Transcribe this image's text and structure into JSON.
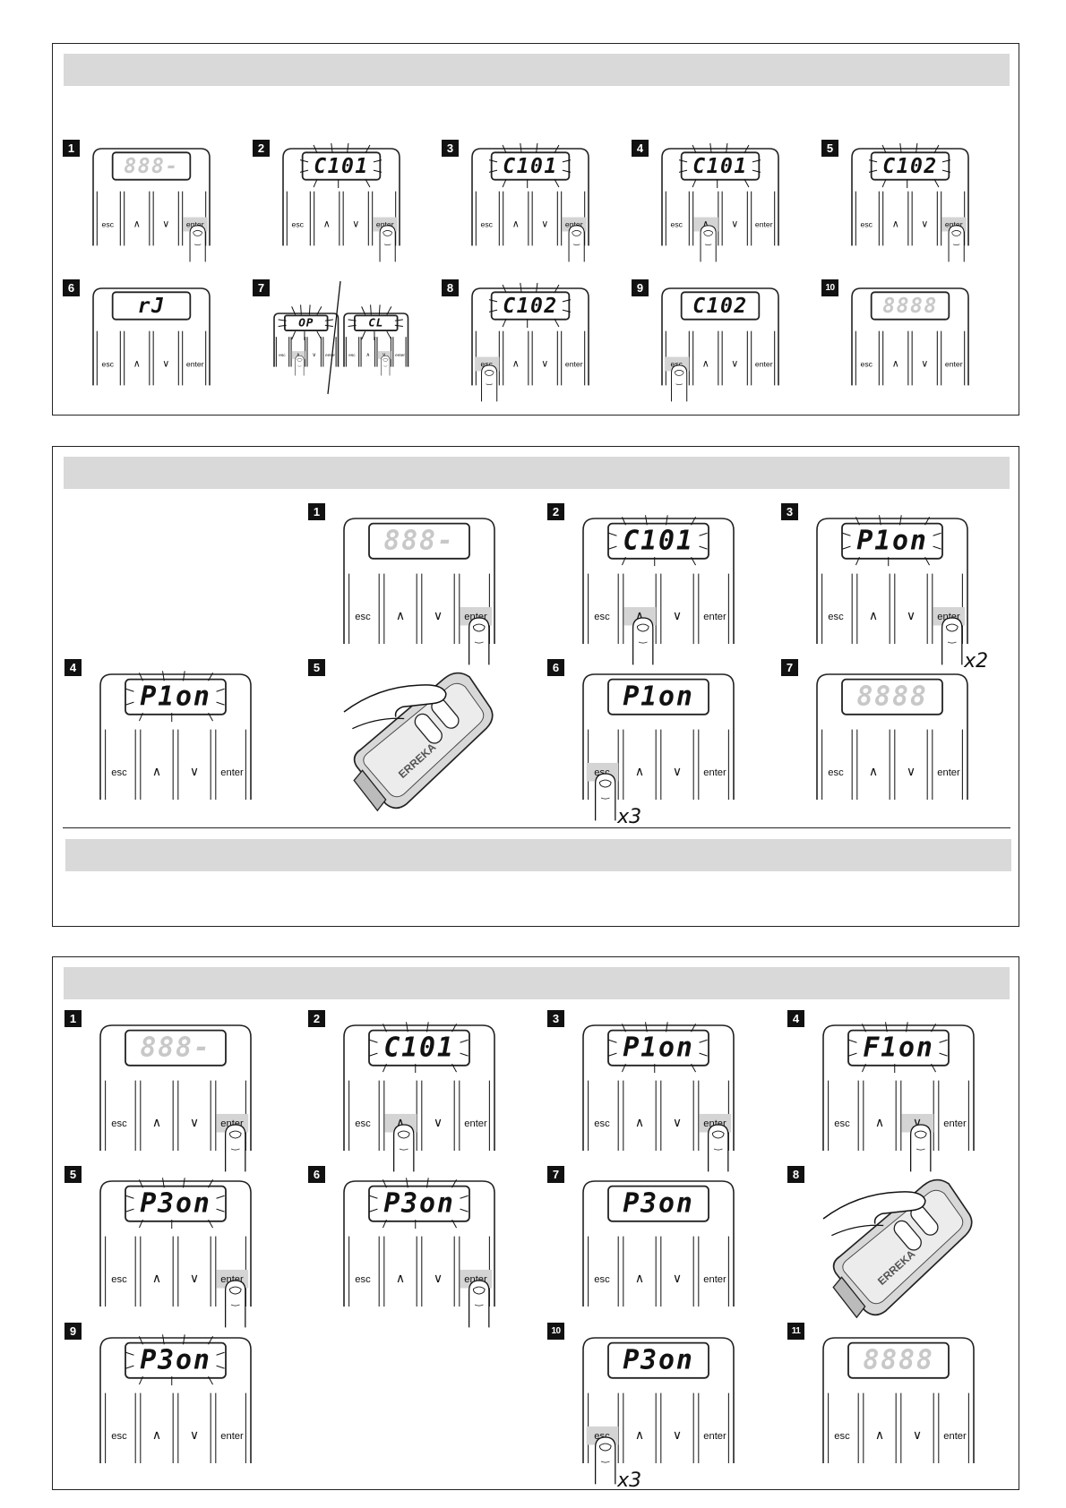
{
  "keypad": {
    "buttons": [
      "esc",
      "∧",
      "∨",
      "enter"
    ]
  },
  "panel1": {
    "steps": [
      {
        "num": "1",
        "display": "888-",
        "dim": true,
        "press": "enter",
        "blink": false
      },
      {
        "num": "2",
        "display": "C101",
        "dim": false,
        "press": "enter",
        "blink": true
      },
      {
        "num": "3",
        "display": "C101",
        "dim": false,
        "press": "enter",
        "blink": true
      },
      {
        "num": "4",
        "display": "C101",
        "dim": false,
        "press": "up",
        "blink": true
      },
      {
        "num": "5",
        "display": "C102",
        "dim": false,
        "press": "enter",
        "blink": true
      },
      {
        "num": "6",
        "display": "rJ",
        "dim": false,
        "press": "",
        "blink": false
      },
      {
        "num": "7",
        "display": "OP",
        "display2": "CL",
        "dim": false,
        "press": "up",
        "press2": "down",
        "blink": true
      },
      {
        "num": "8",
        "display": "C102",
        "dim": false,
        "press": "esc",
        "blink": true
      },
      {
        "num": "9",
        "display": "C102",
        "dim": false,
        "press": "esc",
        "blink": false
      },
      {
        "num": "10",
        "display": "8888",
        "dim": true,
        "press": "",
        "blink": false
      }
    ]
  },
  "panel2": {
    "steps": [
      {
        "num": "1",
        "display": "888-",
        "dim": true,
        "press": "enter",
        "blink": false
      },
      {
        "num": "2",
        "display": "C101",
        "dim": false,
        "press": "up",
        "blink": true
      },
      {
        "num": "3",
        "display": "P1on",
        "dim": false,
        "press": "enter",
        "blink": true,
        "mult": "x2"
      },
      {
        "num": "4",
        "display": "P1on",
        "dim": false,
        "press": "",
        "blink": true
      },
      {
        "num": "5",
        "type": "remote",
        "brand": "ERREKA"
      },
      {
        "num": "6",
        "display": "P1on",
        "dim": false,
        "press": "esc",
        "blink": false,
        "mult": "x3"
      },
      {
        "num": "7",
        "display": "8888",
        "dim": true,
        "press": "",
        "blink": false
      }
    ]
  },
  "panel3": {
    "steps": [
      {
        "num": "1",
        "display": "888-",
        "dim": true,
        "press": "enter",
        "blink": false
      },
      {
        "num": "2",
        "display": "C101",
        "dim": false,
        "press": "up",
        "blink": true
      },
      {
        "num": "3",
        "display": "P1on",
        "dim": false,
        "press": "enter",
        "blink": true
      },
      {
        "num": "4",
        "display": "F1on",
        "dim": false,
        "press": "down",
        "blink": true
      },
      {
        "num": "5",
        "display": "P3on",
        "dim": false,
        "press": "enter",
        "blink": true
      },
      {
        "num": "6",
        "display": "P3on",
        "dim": false,
        "press": "enter",
        "blink": true
      },
      {
        "num": "7",
        "display": "P3on",
        "dim": false,
        "press": "",
        "blink": false
      },
      {
        "num": "8",
        "type": "remote",
        "brand": "ERREKA"
      },
      {
        "num": "9",
        "display": "P3on",
        "dim": false,
        "press": "",
        "blink": true
      },
      {
        "num": "10",
        "display": "P3on",
        "dim": false,
        "press": "esc",
        "blink": false,
        "mult": "x3"
      },
      {
        "num": "11",
        "display": "8888",
        "dim": true,
        "press": "",
        "blink": false
      }
    ]
  }
}
